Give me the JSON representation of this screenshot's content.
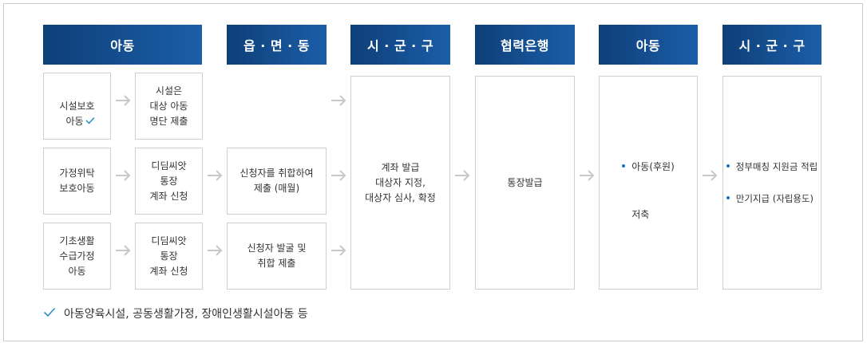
{
  "headers": [
    "아동",
    "읍 · 면 · 동",
    "시 · 군 · 구",
    "협력은행",
    "아동",
    "시 · 군 · 구"
  ],
  "col1": {
    "row1": "시설보호\n아동",
    "row2": "가정위탁\n보호아동",
    "row3": "기초생활\n수급가정\n아동"
  },
  "col2": {
    "row1": "시설은\n대상 아동\n명단 제출",
    "row2": "디딤씨앗\n통장\n계좌 신청",
    "row3": "디딤씨앗\n통장\n계좌 신청"
  },
  "col3": {
    "row2": "신청자를 취합하여\n제출 (매월)",
    "row3": "신청자 발굴 및\n취합 제출"
  },
  "col4": "계좌 발급\n대상자 지정,\n대상자 심사, 확정",
  "col5": "통장발급",
  "col6": {
    "bullet": "아동(후원)",
    "continuation": "저축"
  },
  "col7": {
    "bullets": [
      "정부매칭 지원금 적립",
      "만기지급 (자립용도)"
    ]
  },
  "note": "아동양육시설, 공동생활가정, 장애인생활시설아동 등",
  "colors": {
    "header_dark": "#0e3f78",
    "header_light": "#1b5ea8",
    "check": "#2a8fc9",
    "arrow": "#c8c8c8"
  },
  "icons": {
    "arrow": "right-arrow-icon",
    "check": "check-icon"
  }
}
